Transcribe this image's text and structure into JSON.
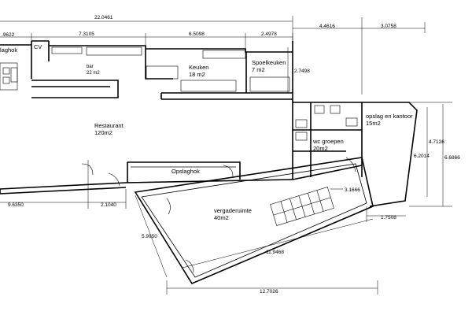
{
  "rooms": {
    "laghok": "laghok",
    "cv": "CV",
    "bar_name": "bar",
    "bar_area": "22 m2",
    "keuken_name": "Keuken",
    "keuken_area": "18 m2",
    "spoelkeuken_name": "Spoelkeuken",
    "spoelkeuken_area": "7 m2",
    "restaurant_name": "Restaurant",
    "restaurant_area": "120m2",
    "opslaghok": "Opslaghok",
    "wc_name": "wc groepen",
    "wc_area": "20m2",
    "opslag_name": "opslag en kantoor",
    "opslag_area": "15m2",
    "vergader_name": "vergaderuimte",
    "vergader_area": "40m2"
  },
  "dimensions": {
    "total_width": "22.0461",
    "d_9622": ".9622",
    "d_73105": "7.3105",
    "d_65098": "6.5098",
    "d_24978": "2.4978",
    "d_44616": "4.4616",
    "d_30758": "3.0758",
    "d_27498": "2.7498",
    "d_47126": "4.7126",
    "d_62014": "6.2014",
    "d_66866": "6.6866",
    "d_31666": "3.1666",
    "d_96350": "9.6350",
    "d_21040": "2.1040",
    "d_17508": "1.7508",
    "d_59950": "5.9950",
    "d_119468": "11.9468",
    "d_127026": "12.7026"
  }
}
